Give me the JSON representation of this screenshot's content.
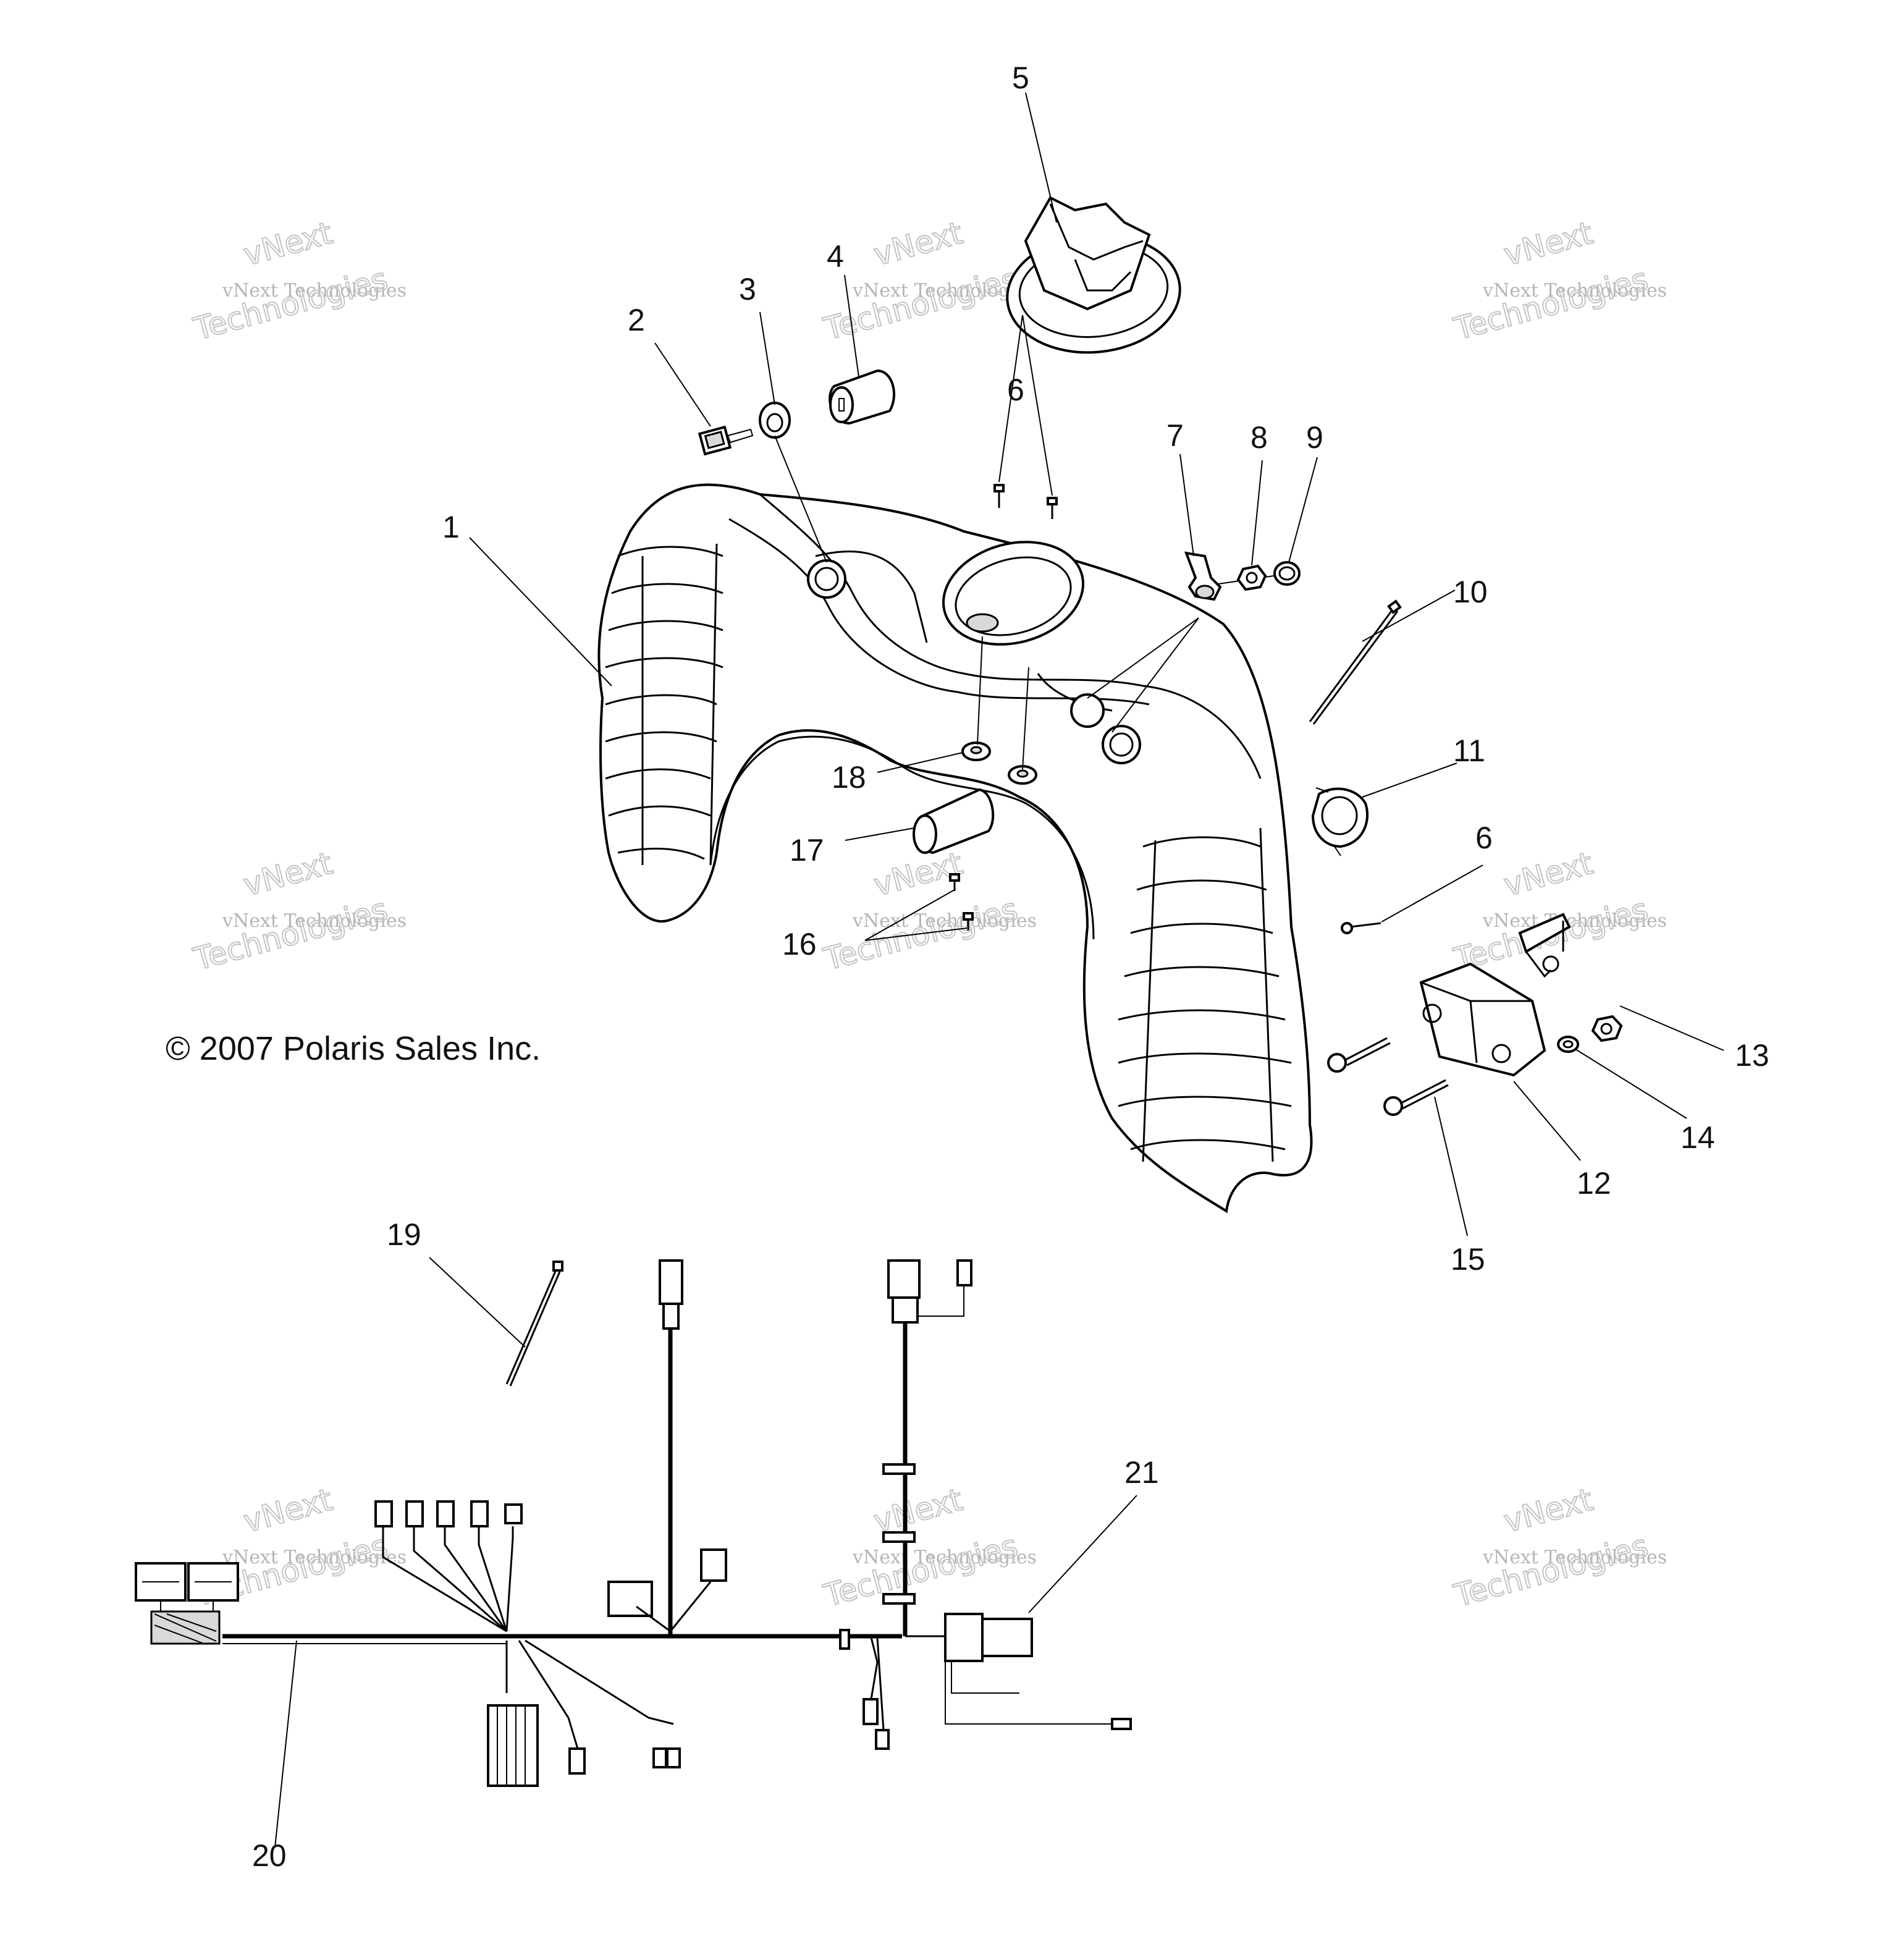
{
  "copyright": "© 2007 Polaris Sales Inc.",
  "watermark": {
    "line1": "vNext Technologies",
    "line2": "vNext",
    "line3": "Technologies"
  },
  "callouts": [
    "1",
    "2",
    "3",
    "4",
    "5",
    "6",
    "6",
    "7",
    "8",
    "9",
    "10",
    "11",
    "12",
    "13",
    "14",
    "15",
    "16",
    "17",
    "18",
    "19",
    "20",
    "21"
  ]
}
